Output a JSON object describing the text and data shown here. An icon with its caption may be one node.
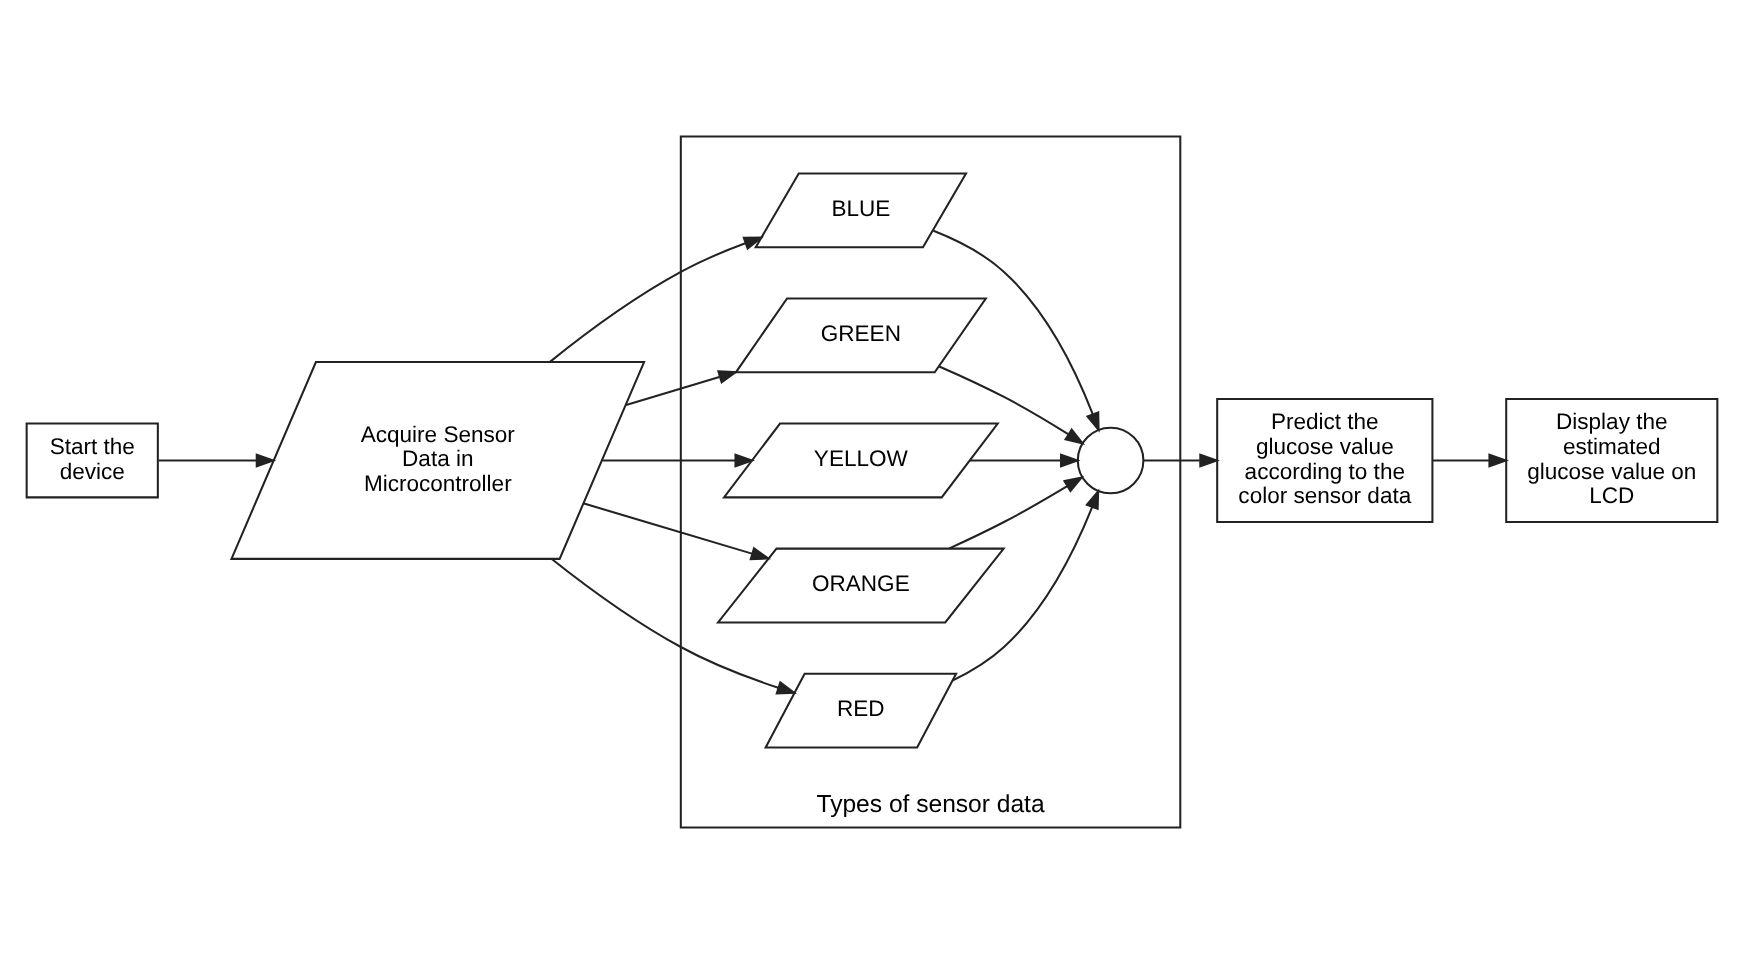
{
  "diagram": {
    "nodes": [
      {
        "text": [
          "Start the device"
        ]
      },
      {
        "text": [
          "Acquire Sensor Data in Microcontroller"
        ]
      },
      {
        "text": [
          "Types of sensor data"
        ]
      },
      {
        "text": [
          "BLUE"
        ],
        "in": 2
      },
      {
        "text": [
          "GREEN"
        ],
        "in": 2
      },
      {
        "text": [
          "YELLOW"
        ],
        "in": 2
      },
      {
        "text": [
          "ORANGE"
        ],
        "in": 2
      },
      {
        "text": [
          "RED"
        ],
        "in": 2
      },
      {
        "text": [],
        "shape": "circle",
        "in": 2
      },
      {
        "text": [
          "Predict the glucose value according to the color sensor data"
        ]
      },
      {
        "text": [
          "Display the estimated glucose value on LCD"
        ]
      }
    ],
    "edges": [
      {
        "from": 0,
        "to": 1,
        "arrow": "to"
      },
      {
        "from": 1,
        "to": 3,
        "arrow": "to"
      },
      {
        "from": 1,
        "to": 4,
        "arrow": "to"
      },
      {
        "from": 1,
        "to": 5,
        "arrow": "to"
      },
      {
        "from": 1,
        "to": 6,
        "arrow": "to"
      },
      {
        "from": 1,
        "to": 7,
        "arrow": "to"
      },
      {
        "from": 3,
        "to": 8,
        "arrow": "to"
      },
      {
        "from": 4,
        "to": 8,
        "arrow": "to"
      },
      {
        "from": 5,
        "to": 8,
        "arrow": "to"
      },
      {
        "from": 6,
        "to": 8,
        "arrow": "to"
      },
      {
        "from": 7,
        "to": 8,
        "arrow": "to"
      },
      {
        "from": 8,
        "to": 9,
        "arrow": "to"
      },
      {
        "from": 9,
        "to": 10,
        "arrow": "to"
      }
    ]
  }
}
